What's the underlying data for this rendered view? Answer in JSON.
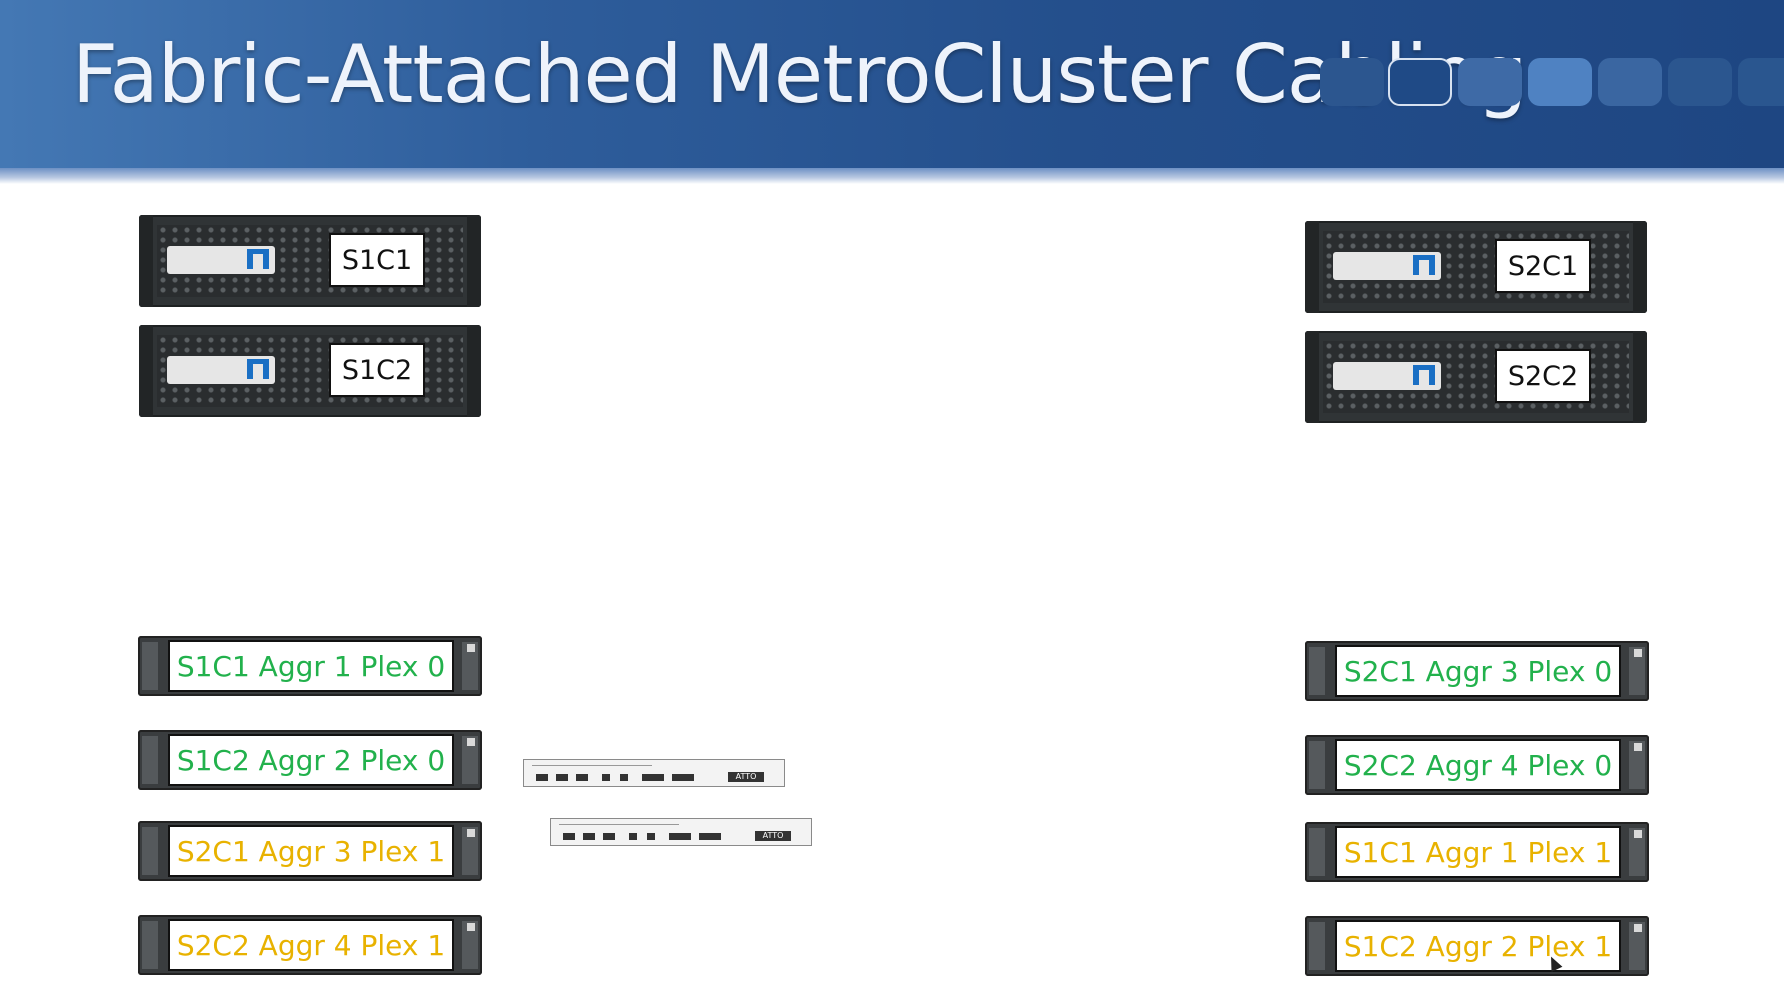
{
  "title": "Fabric-Attached MetroCluster Cabling",
  "colors": {
    "header": "#2a5693",
    "plex0": "#22b14c",
    "plex1": "#e8b200",
    "logo": "#1a6fc4"
  },
  "controllers": [
    {
      "label": "S1C1"
    },
    {
      "label": "S1C2"
    },
    {
      "label": "S2C1"
    },
    {
      "label": "S2C2"
    }
  ],
  "shelves": {
    "site1": [
      {
        "label": "S1C1 Aggr 1 Plex 0",
        "color": "green"
      },
      {
        "label": "S1C2 Aggr 2 Plex 0",
        "color": "green"
      },
      {
        "label": "S2C1 Aggr 3 Plex 1",
        "color": "yellow"
      },
      {
        "label": "S2C2 Aggr 4 Plex 1",
        "color": "yellow"
      }
    ],
    "site2": [
      {
        "label": "S2C1 Aggr 3 Plex 0",
        "color": "green"
      },
      {
        "label": "S2C2 Aggr 4 Plex 0",
        "color": "green"
      },
      {
        "label": "S1C1 Aggr 1 Plex 1",
        "color": "yellow"
      },
      {
        "label": "S1C2 Aggr 2 Plex 1",
        "color": "yellow"
      }
    ]
  },
  "bridges": [
    {
      "brand": "ATTO"
    },
    {
      "brand": "ATTO"
    }
  ]
}
